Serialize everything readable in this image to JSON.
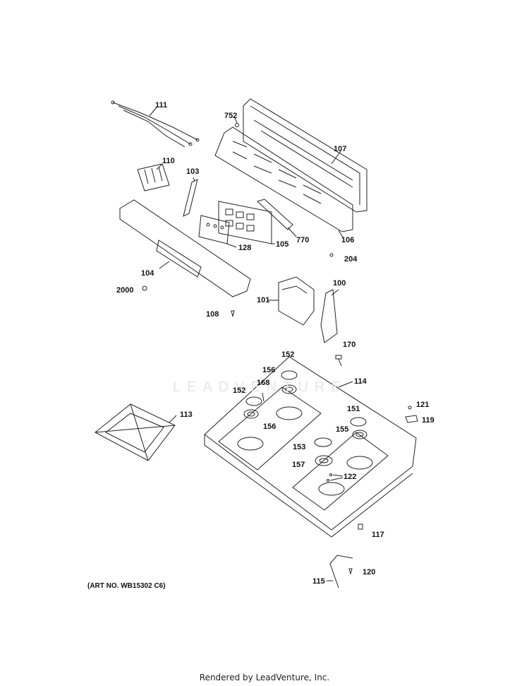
{
  "labels": {
    "l111": "111",
    "l752": "752",
    "l107": "107",
    "l110": "110",
    "l103": "103",
    "l770": "770",
    "l106": "106",
    "l128": "128",
    "l105": "105",
    "l204": "204",
    "l104": "104",
    "l2000": "2000",
    "l101": "101",
    "l100": "100",
    "l108": "108",
    "l170": "170",
    "l152a": "152",
    "l156a": "156",
    "l114": "114",
    "l168": "168",
    "l152b": "152",
    "l121": "121",
    "l113": "113",
    "l151": "151",
    "l119": "119",
    "l156b": "156",
    "l155": "155",
    "l153": "153",
    "l157": "157",
    "l122": "122",
    "l117": "117",
    "l120": "120",
    "l115": "115"
  },
  "art_number": "(ART NO. WB15302 C6)",
  "watermark": "LEADVENTURE",
  "footer": "Rendered by LeadVenture, Inc."
}
